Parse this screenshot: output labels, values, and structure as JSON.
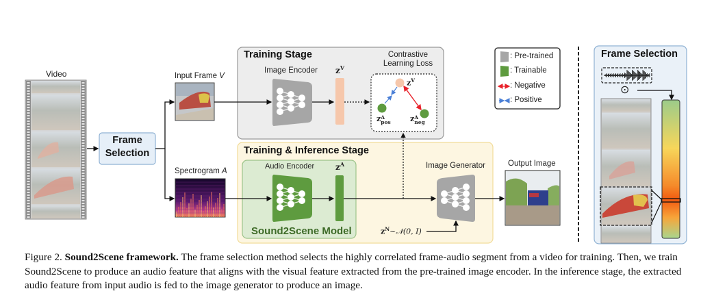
{
  "diagram": {
    "video": {
      "label": "Video"
    },
    "frame_selection_box": {
      "line1": "Frame",
      "line2": "Selection"
    },
    "input_frame": {
      "label": "Input Frame ",
      "var": "V"
    },
    "spectrogram": {
      "label": "Spectrogram ",
      "var": "A"
    },
    "training_stage": {
      "title": "Training Stage",
      "image_encoder": "Image Encoder",
      "zv": "z",
      "zv_sup": "V",
      "loss_title_1": "Contrastive",
      "loss_title_2": "Learning Loss",
      "loss": {
        "zv": "z",
        "zv_sup": "V",
        "zpos": "z",
        "zpos_sup": "A",
        "zpos_sub": "pos",
        "zneg": "z",
        "zneg_sup": "A",
        "zneg_sub": "neg"
      }
    },
    "inference_stage": {
      "title": "Training & Inference Stage",
      "audio_encoder": "Audio Encoder",
      "za": "z",
      "za_sup": "A",
      "model_name": "Sound2Scene Model",
      "image_generator": "Image Generator",
      "noise": {
        "z": "z",
        "sup": "N",
        "dist": "~𝒩(0, I)"
      }
    },
    "output_image": {
      "label": "Output Image"
    },
    "legend": {
      "items": [
        {
          "label": ": Pre-trained",
          "kind": "pretrained"
        },
        {
          "label": ": Trainable",
          "kind": "trainable"
        },
        {
          "label": ": Negative",
          "kind": "negative"
        },
        {
          "label": ": Positive",
          "kind": "positive"
        }
      ]
    },
    "frame_selection_panel": {
      "title": "Frame Selection",
      "operator": "⊙"
    },
    "colors": {
      "pretrained": "#a6a6a6",
      "trainable": "#5e9b3f",
      "negative": "#e8222a",
      "positive": "#4a7fd6",
      "zv_bar": "#f6c7ab",
      "training_bg": "#ededed",
      "inference_bg": "#fdf6e1",
      "model_bg": "#dcebd2",
      "panel_bg": "#eaf1f8"
    }
  },
  "caption": {
    "prefix": "Figure 2. ",
    "bold": "Sound2Scene framework.",
    "text": " The frame selection method selects the highly correlated frame-audio segment from a video for training. Then, we train Sound2Scene to produce an audio feature that aligns with the visual feature extracted from the pre-trained image encoder. In the inference stage, the extracted audio feature from input audio is fed to the image generator to produce an image."
  }
}
